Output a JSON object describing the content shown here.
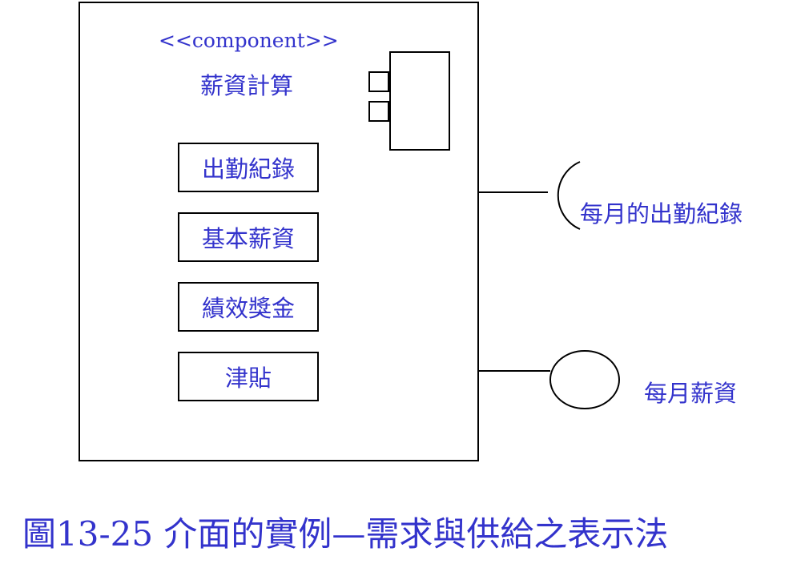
{
  "component": {
    "stereotype": "<<component>>",
    "name": "薪資計算",
    "parts": [
      "出勤紀錄",
      "基本薪資",
      "績效獎金",
      "津貼"
    ]
  },
  "interfaces": {
    "required": {
      "label": "每月的出勤紀錄"
    },
    "provided": {
      "label": "每月薪資"
    }
  },
  "caption": "圖13-25 介面的實例—需求與供給之表示法",
  "colors": {
    "text": "#3333cc",
    "lines": "#000000",
    "background": "#ffffff"
  },
  "icons": [
    "uml-component-icon",
    "required-interface-socket-icon",
    "provided-interface-lollipop-icon"
  ]
}
